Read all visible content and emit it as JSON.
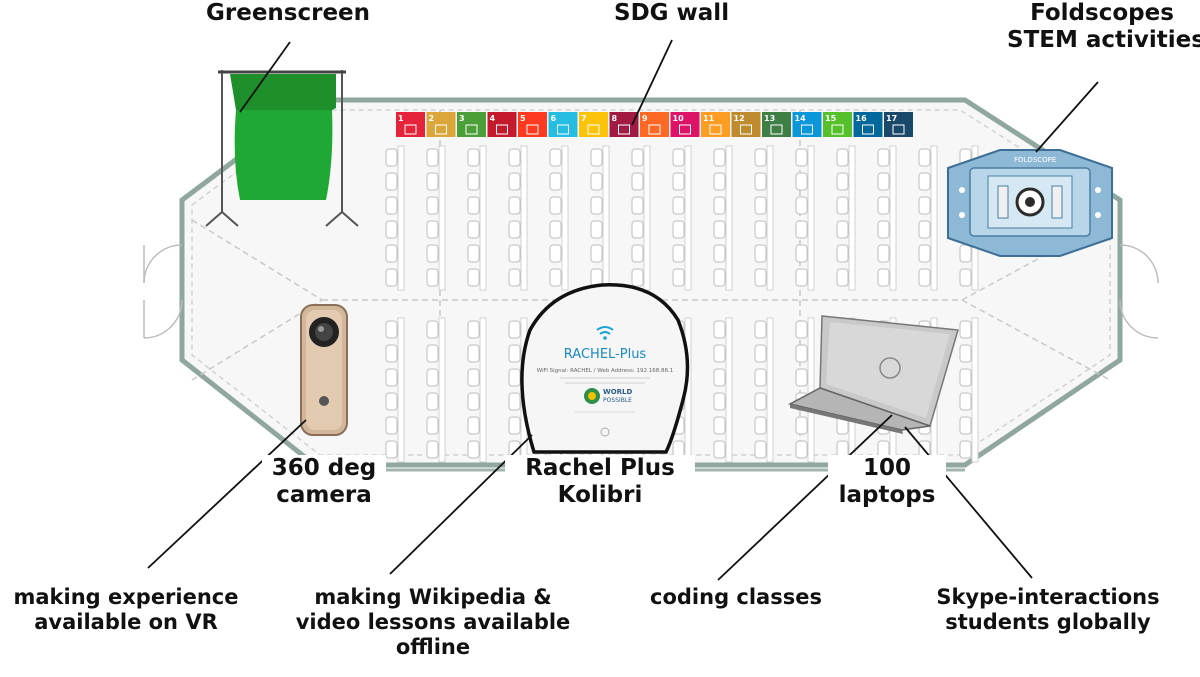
{
  "labels": {
    "greenscreen": "Greenscreen",
    "sdg_wall": "SDG wall",
    "foldscopes": [
      "Foldscopes",
      "STEM activities"
    ],
    "camera": [
      "360 deg",
      "camera"
    ],
    "rachel": [
      "Rachel Plus",
      "Kolibri"
    ],
    "laptops": [
      "100",
      "laptops"
    ],
    "vr": [
      "making experience",
      "available on VR"
    ],
    "wikipedia": [
      "making Wikipedia &",
      "video lessons available",
      "offline"
    ],
    "coding": "coding classes",
    "skype": [
      "Skype-interactions",
      "students globally"
    ]
  },
  "rachel_device": {
    "brand": "RACHEL-Plus",
    "wifi_line": "WiFi Signal: RACHEL / Web Address: 192.168.88.1",
    "logo_word1": "WORLD",
    "logo_word2": "POSSIBLE"
  },
  "foldscope": {
    "brand": "FOLDSCOPE"
  },
  "sdg": {
    "numbers": [
      "1",
      "2",
      "3",
      "4",
      "5",
      "6",
      "7",
      "8",
      "9",
      "10",
      "11",
      "12",
      "13",
      "14",
      "15",
      "16",
      "17"
    ],
    "colors": [
      "#e5243b",
      "#dda63a",
      "#4c9f38",
      "#c5192d",
      "#ff3a21",
      "#26bde2",
      "#fcc30b",
      "#a21942",
      "#fd6925",
      "#dd1367",
      "#fd9d24",
      "#bf8b2e",
      "#3f7e44",
      "#0a97d9",
      "#56c02b",
      "#00689d",
      "#19486a"
    ]
  },
  "colors": {
    "green": "#1e9a2e",
    "floor_line": "#b9b9b9",
    "wall": "#9fb5ad"
  }
}
